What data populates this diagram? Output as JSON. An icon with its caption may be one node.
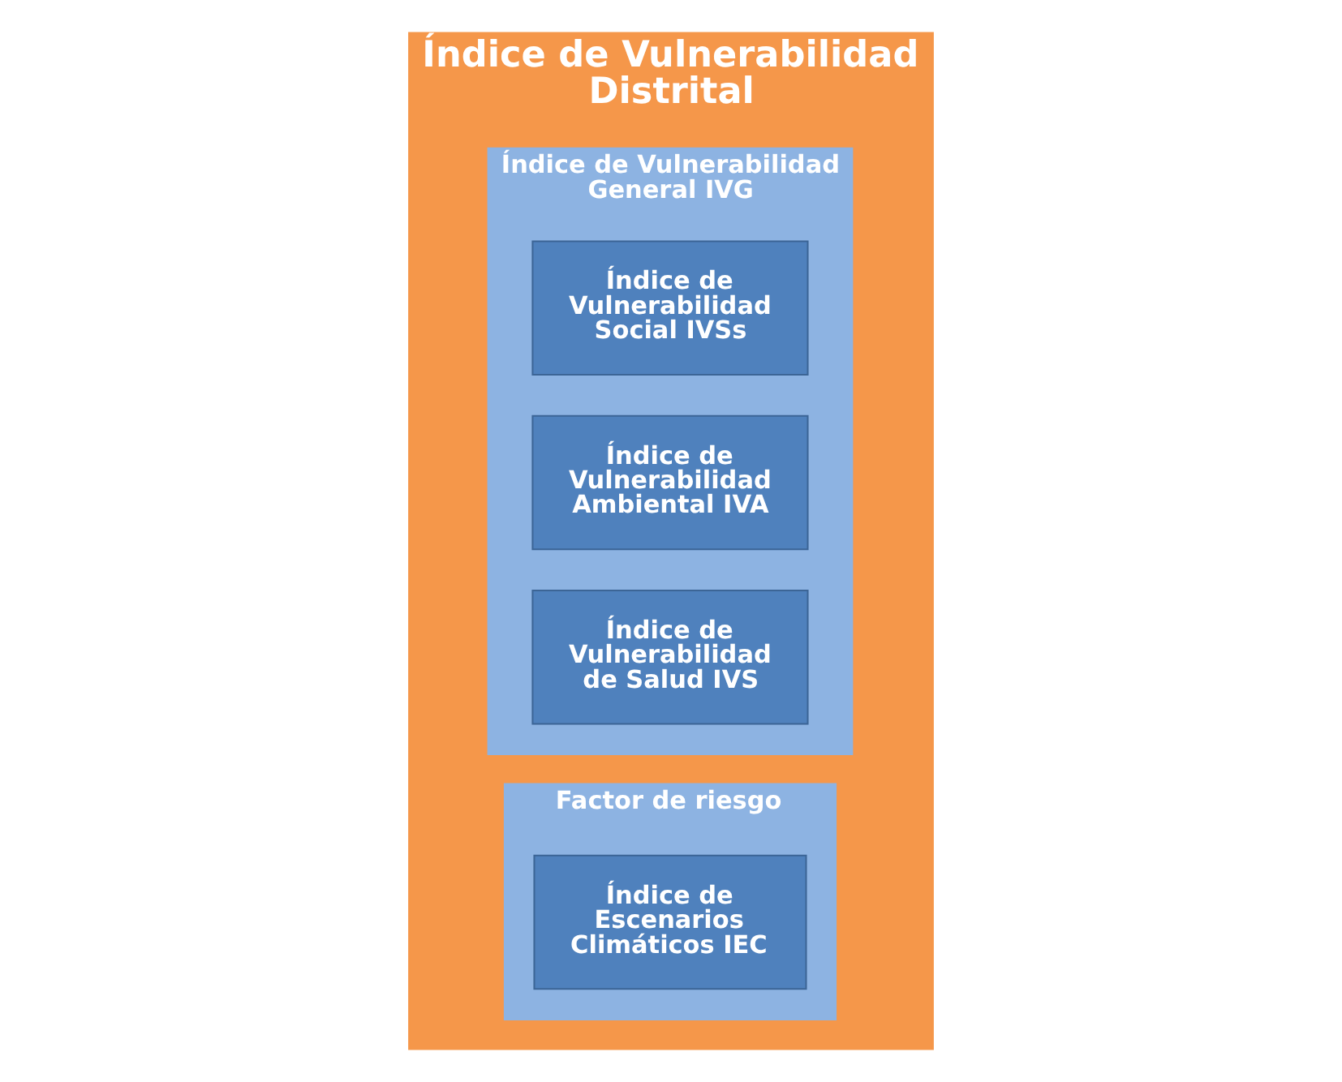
{
  "diagram": {
    "nodes": [
      {
        "text": [
          "Índice de Vulnerabilidad Distrital"
        ]
      },
      {
        "text": [
          "Índice de Vulnerabilidad General IVG"
        ],
        "in": 0
      },
      {
        "text": [
          "Índice de Vulnerabilidad Social IVSs"
        ],
        "in": 1
      },
      {
        "text": [
          "Índice de Vulnerabilidad Ambiental IVA"
        ],
        "in": 1
      },
      {
        "text": [
          "Índice de Vulnerabilidad de Salud IVS"
        ],
        "in": 1
      },
      {
        "text": [
          "Factor de riesgo"
        ],
        "in": 0
      },
      {
        "text": [
          "Índice de Escenarios Climáticos IEC"
        ],
        "in": 5
      }
    ]
  }
}
